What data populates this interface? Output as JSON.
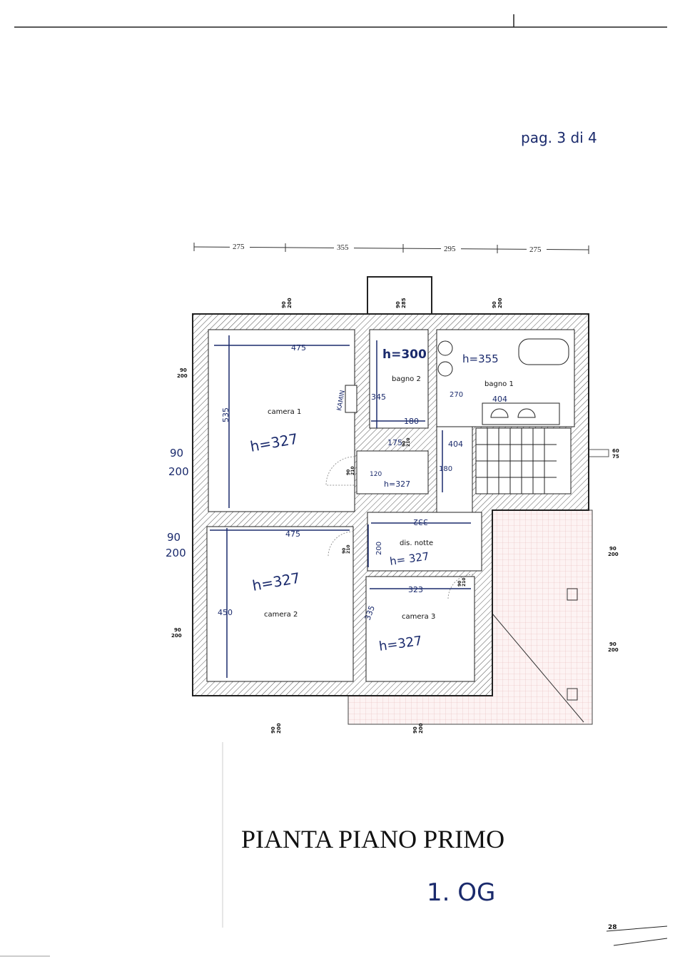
{
  "page_note": "pag. 3 di 4",
  "top_dimensions": [
    "275",
    "355",
    "295",
    "275"
  ],
  "rooms": {
    "camera1": {
      "name": "camera 1",
      "height": "h=327",
      "width": "475",
      "depth": "535"
    },
    "bagno2": {
      "name": "bagno 2",
      "height": "h=300",
      "depth": "345",
      "width": "180"
    },
    "bagno1": {
      "name": "bagno 1",
      "height": "h=355",
      "dim_a": "270",
      "dim_b": "404"
    },
    "hall": {
      "dim_a": "175",
      "dim_b": "120",
      "height": "h=327",
      "dim_c": "404",
      "dim_d": "180"
    },
    "dis_notte": {
      "name": "dis. notte",
      "height": "h= 327",
      "width": "332",
      "depth": "200"
    },
    "camera2": {
      "name": "camera 2",
      "height": "h=327",
      "width": "475",
      "depth": "450"
    },
    "camera3": {
      "name": "camera 3",
      "height": "h=327",
      "width": "323",
      "depth": "335"
    }
  },
  "fireplace_note": "KAMIN",
  "doors": {
    "d90_200": "90\n200",
    "d90_285": "90\n285",
    "d60_75": "60\n75",
    "d90_210": "90\n210",
    "w": "90",
    "h200": "200",
    "h285": "285",
    "h75": "75",
    "w60": "60",
    "h210": "210"
  },
  "handwritten_side": {
    "w": "90",
    "h": "200"
  },
  "title": "PIANTA PIANO PRIMO",
  "floor_note": "1. OG",
  "corner_note": "28"
}
